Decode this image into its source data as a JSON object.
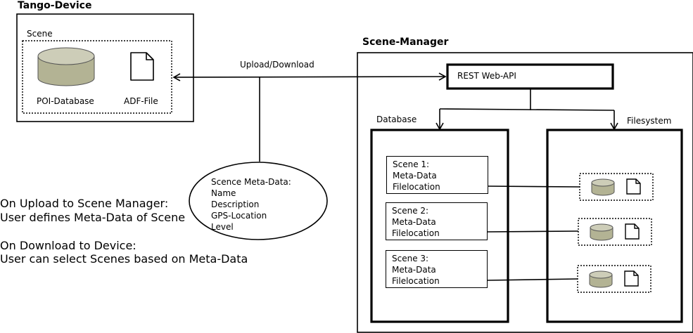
{
  "colors": {
    "db_fill": "#b3b394",
    "db_top": "#cdcdb8",
    "line": "#000000"
  },
  "tango": {
    "title": "Tango-Device",
    "scene_label": "Scene",
    "poi_label": "POI-Database",
    "adf_label": "ADF-File"
  },
  "connection": {
    "label": "Upload/Download"
  },
  "metadata": {
    "title": "Scence Meta-Data:",
    "fields": [
      "Name",
      "Description",
      "GPS-Location",
      "Level"
    ]
  },
  "notes": {
    "upload_line1": "On Upload to Scene Manager:",
    "upload_line2": "User defines Meta-Data of Scene",
    "download_line1": "On Download to Device:",
    "download_line2": "User can select Scenes based on Meta-Data"
  },
  "manager": {
    "title": "Scene-Manager",
    "api_label": "REST Web-API",
    "database_label": "Database",
    "filesystem_label": "Filesystem",
    "scenes": [
      {
        "name": "Scene 1:",
        "meta": "Meta-Data",
        "file": "Filelocation"
      },
      {
        "name": "Scene 2:",
        "meta": "Meta-Data",
        "file": "Filelocation"
      },
      {
        "name": "Scene 3:",
        "meta": "Meta-Data",
        "file": "Filelocation"
      }
    ]
  }
}
